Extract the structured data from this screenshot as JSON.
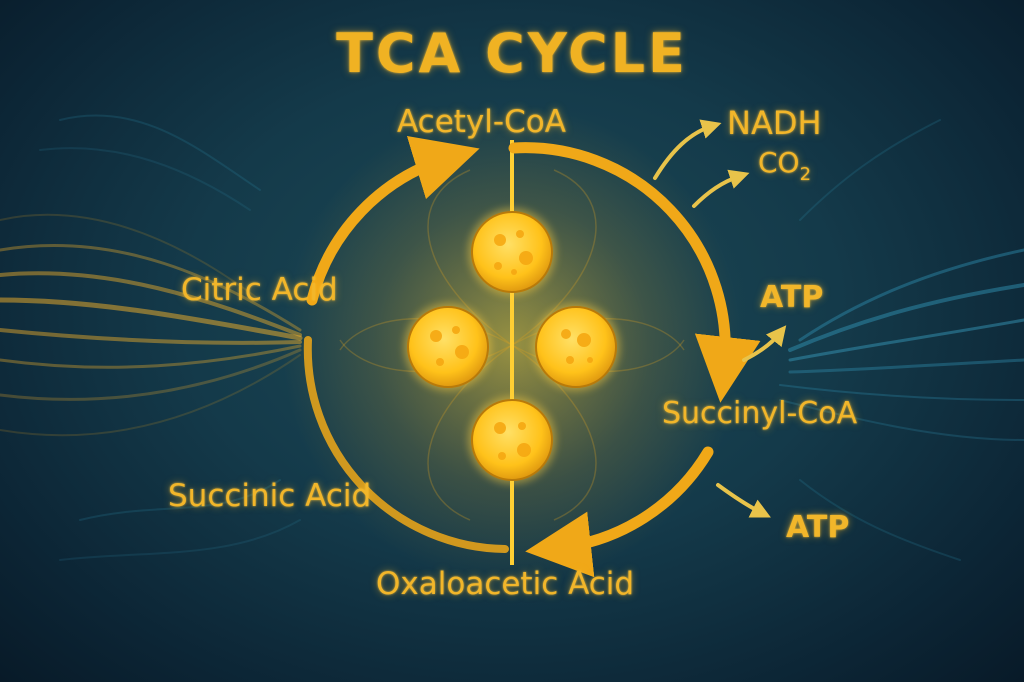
{
  "diagram": {
    "title": "TCA CYCLE",
    "nodes": {
      "acetyl_coa": "Acetyl-CoA",
      "citric_acid": "Citric Acid",
      "succinyl_coa": "Succinyl-CoA",
      "succinic_acid": "Succinic Acid",
      "oxaloacetic_acid": "Oxaloacetic Acid"
    },
    "products": {
      "nadh": "NADH",
      "co2_base": "CO",
      "co2_subscript": "2",
      "atp_upper": "ATP",
      "atp_lower": "ATP"
    }
  },
  "colors": {
    "background": "#143a4a",
    "accent": "#f2b62a",
    "glow": "#ffcf33",
    "wave_blue": "#2f8fb0"
  }
}
